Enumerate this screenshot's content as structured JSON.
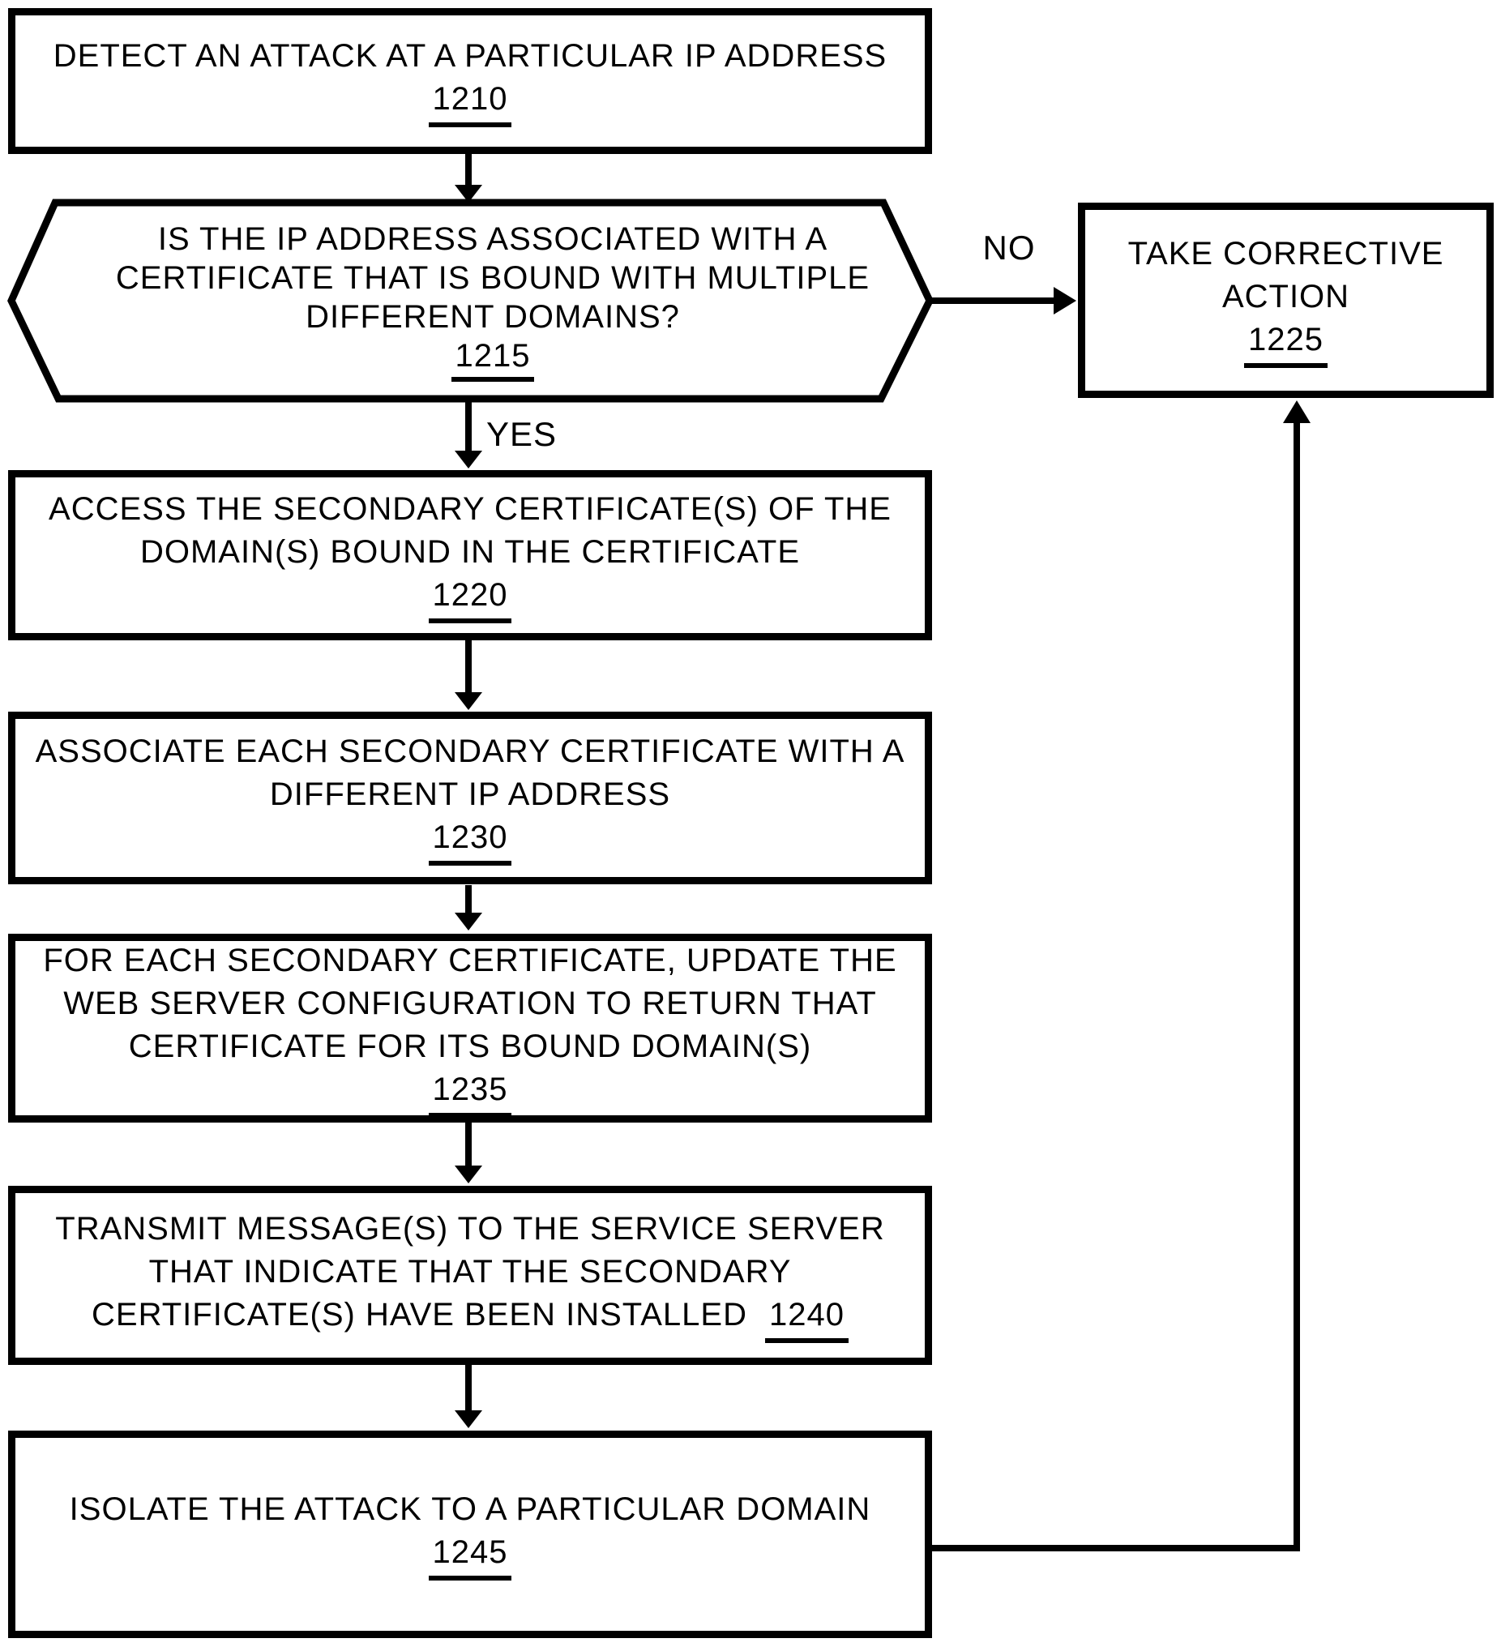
{
  "figure": {
    "background": "#ffffff",
    "stroke_color": "#000000",
    "text_color": "#000000",
    "nodes": {
      "detect": {
        "shape": "rect",
        "lines": [
          "DETECT AN ATTACK AT A PARTICULAR IP ADDRESS"
        ],
        "ref": "1210"
      },
      "decision": {
        "shape": "hexagon",
        "lines": [
          "IS THE IP ADDRESS ASSOCIATED WITH A",
          "CERTIFICATE THAT IS BOUND WITH MULTIPLE",
          "DIFFERENT DOMAINS?"
        ],
        "ref": "1215"
      },
      "corrective": {
        "shape": "rect",
        "lines": [
          "TAKE CORRECTIVE",
          "ACTION"
        ],
        "ref": "1225"
      },
      "access": {
        "shape": "rect",
        "lines": [
          "ACCESS THE SECONDARY CERTIFICATE(S) OF THE",
          "DOMAIN(S) BOUND IN THE CERTIFICATE"
        ],
        "ref": "1220"
      },
      "associate": {
        "shape": "rect",
        "lines": [
          "ASSOCIATE EACH SECONDARY CERTIFICATE WITH A",
          "DIFFERENT IP ADDRESS"
        ],
        "ref": "1230"
      },
      "update": {
        "shape": "rect",
        "lines": [
          "FOR EACH SECONDARY CERTIFICATE, UPDATE THE",
          "WEB SERVER CONFIGURATION TO RETURN THAT",
          "CERTIFICATE FOR ITS BOUND DOMAIN(S)"
        ],
        "ref": "1235"
      },
      "transmit": {
        "shape": "rect",
        "lines": [
          "TRANSMIT MESSAGE(S) TO THE SERVICE SERVER",
          "THAT INDICATE THAT THE SECONDARY",
          "CERTIFICATE(S) HAVE BEEN INSTALLED"
        ],
        "ref": "1240",
        "ref_inline": true
      },
      "isolate": {
        "shape": "rect",
        "lines": [
          "ISOLATE THE ATTACK TO A PARTICULAR DOMAIN"
        ],
        "ref": "1245"
      }
    },
    "edges": [
      {
        "from": "1210",
        "to": "1215",
        "label": ""
      },
      {
        "from": "1215",
        "to": "1225",
        "label": "NO"
      },
      {
        "from": "1215",
        "to": "1220",
        "label": "YES"
      },
      {
        "from": "1220",
        "to": "1230",
        "label": ""
      },
      {
        "from": "1230",
        "to": "1235",
        "label": ""
      },
      {
        "from": "1235",
        "to": "1240",
        "label": ""
      },
      {
        "from": "1240",
        "to": "1245",
        "label": ""
      },
      {
        "from": "1245",
        "to": "1225",
        "label": ""
      }
    ]
  }
}
